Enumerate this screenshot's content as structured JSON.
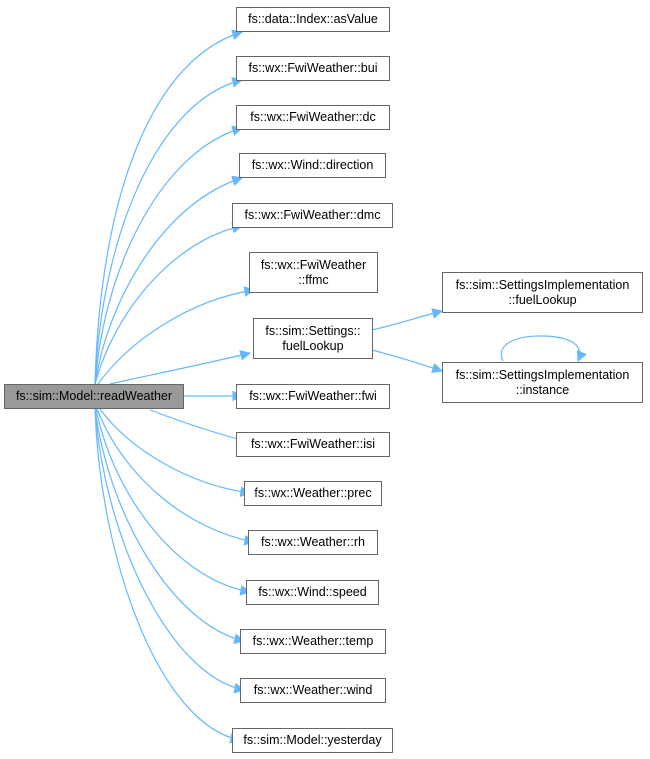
{
  "colors": {
    "edge": "#63b8ff",
    "node_border": "#666666",
    "root_fill": "#999999",
    "node_fill": "#ffffff"
  },
  "nodes": {
    "root": "fs::sim::Model::readWeather",
    "asValue": "fs::data::Index::asValue",
    "bui": "fs::wx::FwiWeather::bui",
    "dc": "fs::wx::FwiWeather::dc",
    "direction": "fs::wx::Wind::direction",
    "dmc": "fs::wx::FwiWeather::dmc",
    "ffmc_line1": "fs::wx::FwiWeather",
    "ffmc_line2": "::ffmc",
    "settings_line1": "fs::sim::Settings::",
    "settings_line2": "fuelLookup",
    "impl_fuel_line1": "fs::sim::SettingsImplementation",
    "impl_fuel_line2": "::fuelLookup",
    "impl_inst_line1": "fs::sim::SettingsImplementation",
    "impl_inst_line2": "::instance",
    "fwi": "fs::wx::FwiWeather::fwi",
    "isi": "fs::wx::FwiWeather::isi",
    "prec": "fs::wx::Weather::prec",
    "rh": "fs::wx::Weather::rh",
    "speed": "fs::wx::Wind::speed",
    "temp": "fs::wx::Weather::temp",
    "wind": "fs::wx::Weather::wind",
    "yesterday": "fs::sim::Model::yesterday"
  }
}
